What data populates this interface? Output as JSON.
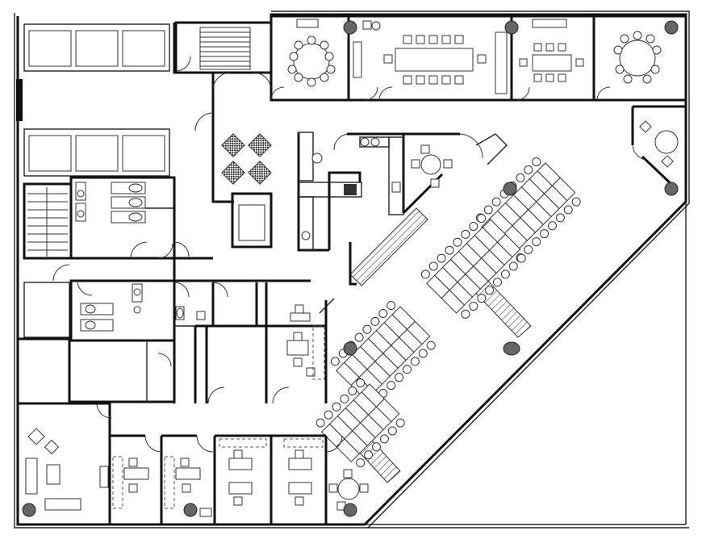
{
  "plan": {
    "label_texts": [],
    "colors": {
      "wall": "#111111",
      "column": "#666666",
      "background": "#ffffff"
    },
    "icons": [
      "column-marker",
      "door-swing",
      "chair",
      "desk",
      "round-table",
      "conference-table"
    ]
  }
}
